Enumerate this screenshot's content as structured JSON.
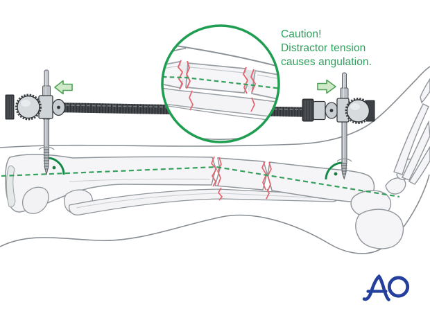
{
  "caution": {
    "line1": "Caution!",
    "line2": "Distractor tension",
    "line3": "causes angulation."
  },
  "logo": {
    "text": "AO"
  },
  "colors": {
    "caution_green": "#2e9e5c",
    "ring_green": "#1f9e52",
    "axis_green": "#35a05c",
    "arc_green": "#148a48",
    "fracture_red": "#e4646f",
    "arrow_fill": "#cfe9c9",
    "arrow_stroke": "#4ea258",
    "logo_blue": "#24409c",
    "bone_fill": "#f5f5f7",
    "bone_stroke": "#8f959a",
    "hardware_dark": "#3c4044",
    "hardware_light": "#d7dbde"
  },
  "icons": {
    "distraction_arrow_left": "arrow-left",
    "distraction_arrow_right": "arrow-right",
    "magnifier_ring": "circle-outline"
  }
}
